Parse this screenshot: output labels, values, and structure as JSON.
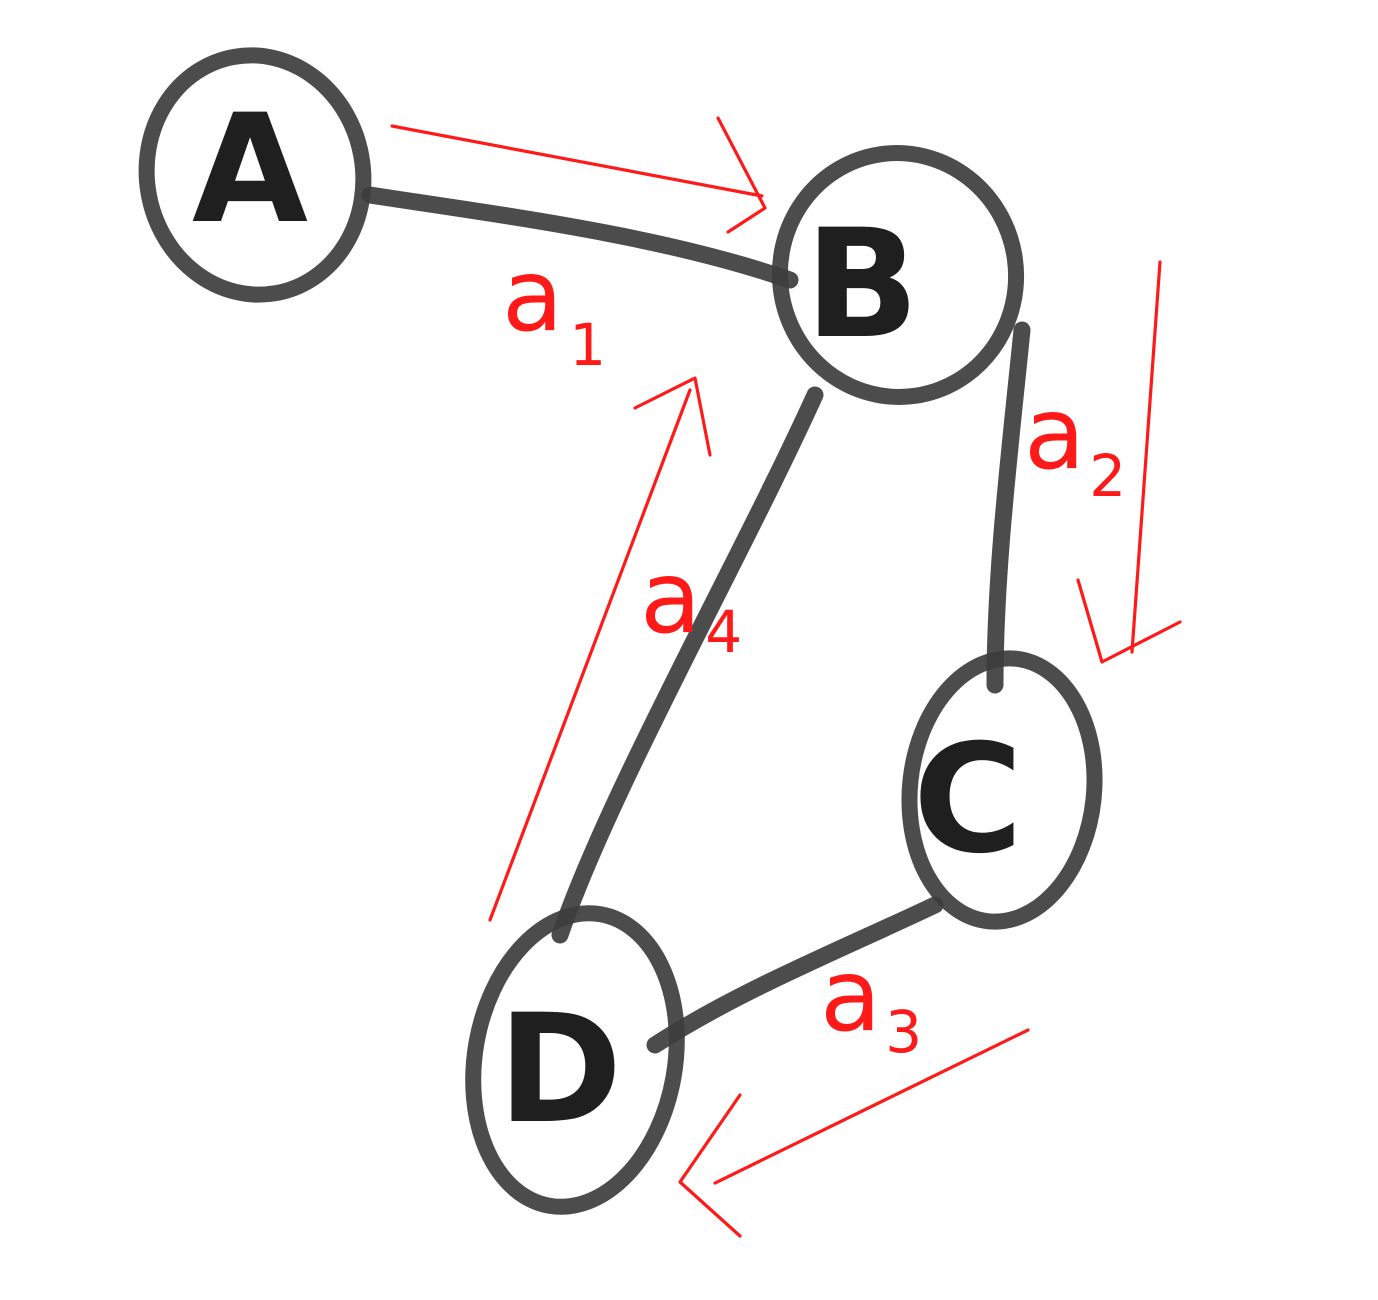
{
  "nodes": [
    {
      "id": "A",
      "label": "A"
    },
    {
      "id": "B",
      "label": "B"
    },
    {
      "id": "C",
      "label": "C"
    },
    {
      "id": "D",
      "label": "D"
    }
  ],
  "edges": [
    {
      "from": "A",
      "to": "B",
      "label": "a",
      "sub": "1"
    },
    {
      "from": "B",
      "to": "C",
      "label": "a",
      "sub": "2"
    },
    {
      "from": "C",
      "to": "D",
      "label": "a",
      "sub": "3"
    },
    {
      "from": "D",
      "to": "B",
      "label": "a",
      "sub": "4"
    }
  ],
  "colors": {
    "edge": "#3d3d3d",
    "annotation": "#ff1a1a"
  }
}
